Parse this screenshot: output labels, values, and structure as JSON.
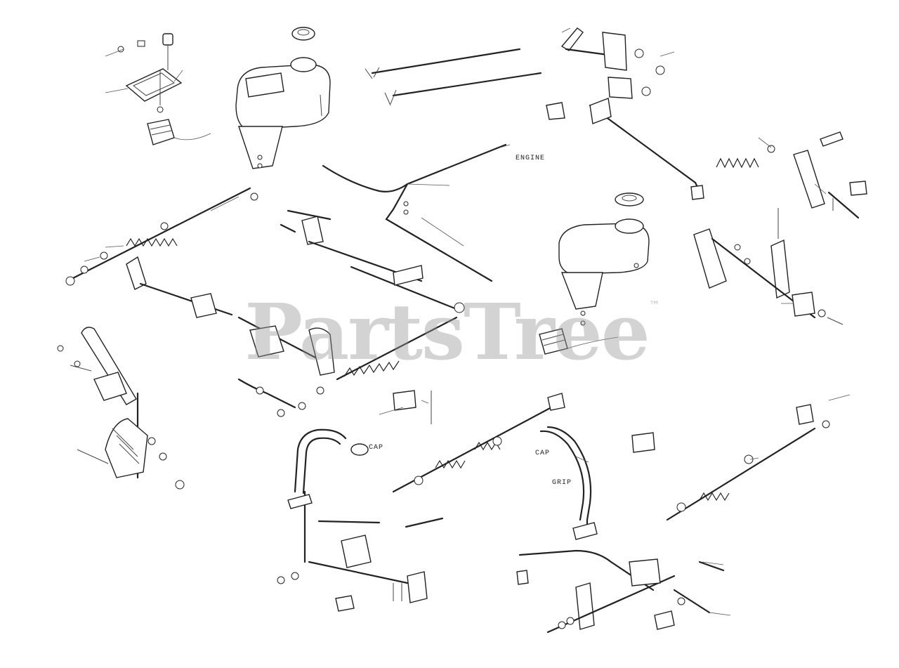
{
  "watermark": {
    "text": "PartsTree",
    "trademark": "™"
  },
  "labels": {
    "engine": "ENGINE",
    "cap_left": "CAP",
    "cap_right": "CAP",
    "grip": "GRIP"
  },
  "colors": {
    "line": "#222222",
    "watermark": "#969696",
    "background": "#ffffff"
  }
}
